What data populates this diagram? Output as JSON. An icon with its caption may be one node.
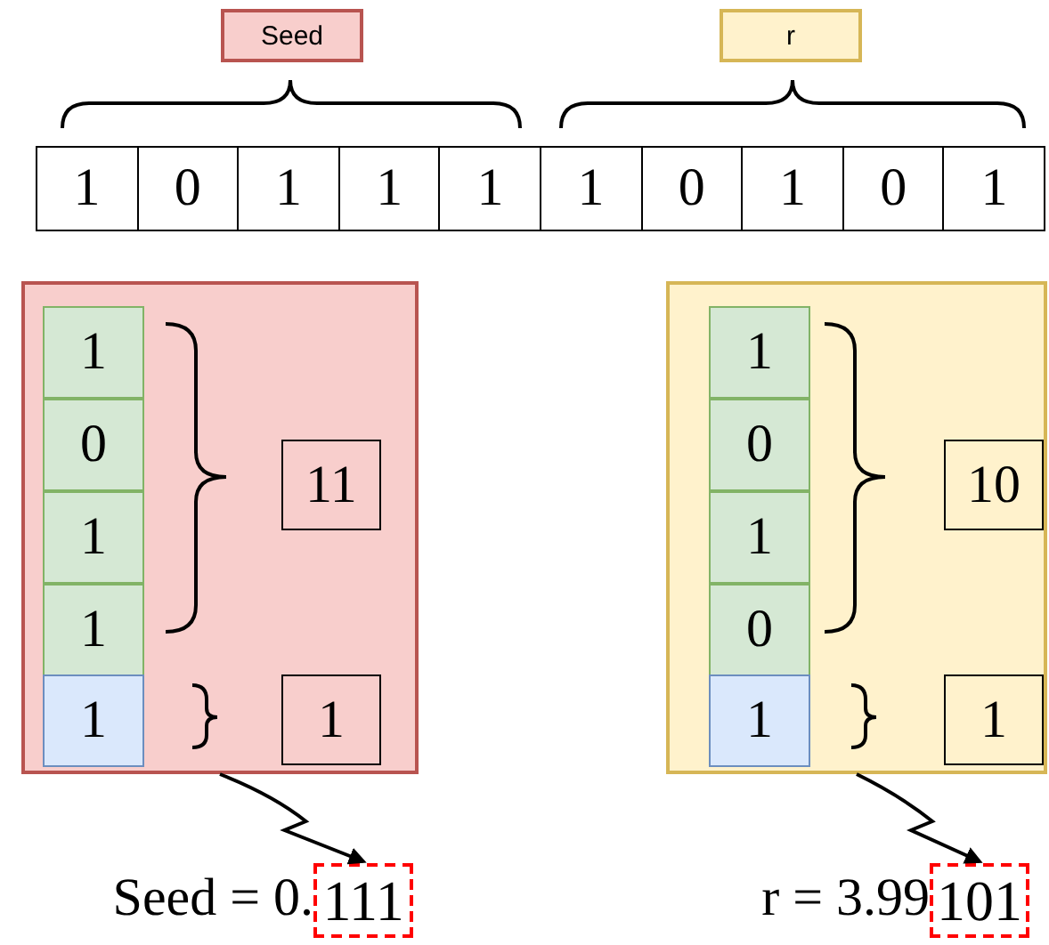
{
  "diagram": {
    "nodes": [
      {
        "text": [
          "Seed"
        ]
      },
      {
        "text": [
          "r"
        ]
      },
      {
        "text": [
          "1"
        ]
      },
      {
        "text": [
          "0"
        ]
      },
      {
        "text": [
          "1"
        ]
      },
      {
        "text": [
          "1"
        ]
      },
      {
        "text": [
          "1"
        ]
      },
      {
        "text": [
          "1"
        ]
      },
      {
        "text": [
          "0"
        ]
      },
      {
        "text": [
          "1"
        ]
      },
      {
        "text": [
          "0"
        ]
      },
      {
        "text": [
          "1"
        ]
      },
      {
        "text": [],
        "shape": "box"
      },
      {
        "text": [
          "1"
        ],
        "in": 12
      },
      {
        "text": [
          "0"
        ],
        "in": 12
      },
      {
        "text": [
          "1"
        ],
        "in": 12
      },
      {
        "text": [
          "1"
        ],
        "in": 12
      },
      {
        "text": [
          "1"
        ],
        "in": 12
      },
      {
        "text": [
          "11"
        ],
        "in": 12
      },
      {
        "text": [
          "1"
        ],
        "in": 12
      },
      {
        "text": [],
        "shape": "box"
      },
      {
        "text": [
          "1"
        ],
        "in": 20
      },
      {
        "text": [
          "0"
        ],
        "in": 20
      },
      {
        "text": [
          "1"
        ],
        "in": 20
      },
      {
        "text": [
          "0"
        ],
        "in": 20
      },
      {
        "text": [
          "1"
        ],
        "in": 20
      },
      {
        "text": [
          "10"
        ],
        "in": 20
      },
      {
        "text": [
          "1"
        ],
        "in": 20
      },
      {
        "text": [
          "111"
        ],
        "beside": [
          "Seed = 0."
        ]
      },
      {
        "text": [
          "101"
        ],
        "beside": [
          "r = 3.99"
        ]
      }
    ],
    "edges": [
      {
        "from": 12,
        "to": 28,
        "arrow": "to"
      },
      {
        "from": 20,
        "to": 29,
        "arrow": "to"
      }
    ]
  }
}
